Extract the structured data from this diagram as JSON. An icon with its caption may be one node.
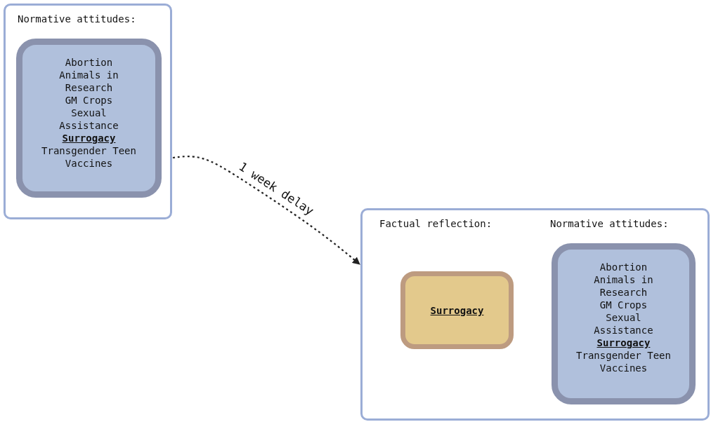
{
  "diagram": {
    "nodes": [
      {
        "text": [
          "Normative attitudes:"
        ]
      },
      {
        "text": [
          "Abortion",
          "Animals in Research",
          "GM Crops",
          "Sexual Assistance",
          "Surrogacy",
          "Transgender Teen",
          "Vaccines"
        ],
        "in": 0
      },
      {
        "text": [
          "Factual reflection:",
          "Normative attitudes:"
        ]
      },
      {
        "text": [
          "Surrogacy"
        ],
        "in": 2
      },
      {
        "text": [
          "Abortion",
          "Animals in Research",
          "GM Crops",
          "Sexual Assistance",
          "Surrogacy",
          "Transgender Teen",
          "Vaccines"
        ],
        "in": 2
      }
    ],
    "edges": [
      {
        "from": 0,
        "to": 2,
        "arrow": "to",
        "label": "1 week delay",
        "style": "dashed"
      }
    ]
  }
}
